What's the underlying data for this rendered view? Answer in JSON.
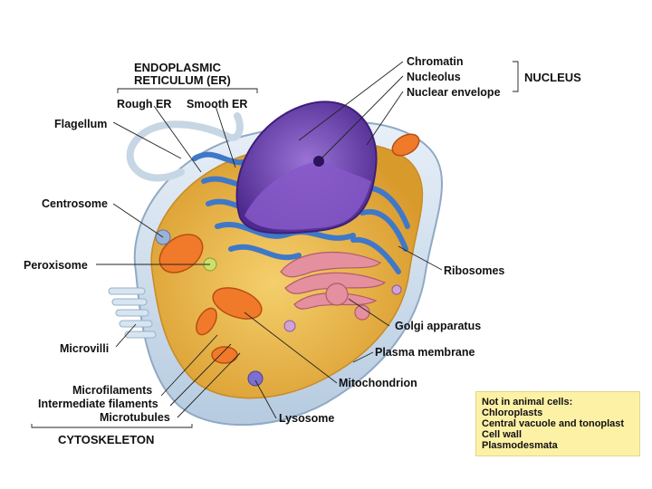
{
  "labels": {
    "er_title_1": "ENDOPLASMIC",
    "er_title_2": "RETICULUM (ER)",
    "rough_er": "Rough ER",
    "smooth_er": "Smooth ER",
    "flagellum": "Flagellum",
    "centrosome": "Centrosome",
    "peroxisome": "Peroxisome",
    "microvilli": "Microvilli",
    "microfilaments": "Microfilaments",
    "intermediate_filaments": "Intermediate filaments",
    "microtubules": "Microtubules",
    "cytoskeleton": "CYTOSKELETON",
    "chromatin": "Chromatin",
    "nucleolus": "Nucleolus",
    "nuclear_envelope": "Nuclear envelope",
    "nucleus": "NUCLEUS",
    "ribosomes": "Ribosomes",
    "golgi": "Golgi apparatus",
    "plasma_membrane": "Plasma membrane",
    "mitochondrion": "Mitochondrion",
    "lysosome": "Lysosome"
  },
  "note": {
    "title": "Not in animal cells:",
    "items": [
      "Chloroplasts",
      "Central vacuole and tonoplast",
      "Cell wall",
      "Plasmodesmata"
    ]
  },
  "colors": {
    "cytoplasm": "#e9b34a",
    "membrane": "#cfe0ee",
    "er": "#3f78c8",
    "nucleus": "#6a3aa8",
    "golgi": "#e4909e",
    "mitochondrion": "#f07a2a",
    "note_bg": "#fdf1a6"
  }
}
